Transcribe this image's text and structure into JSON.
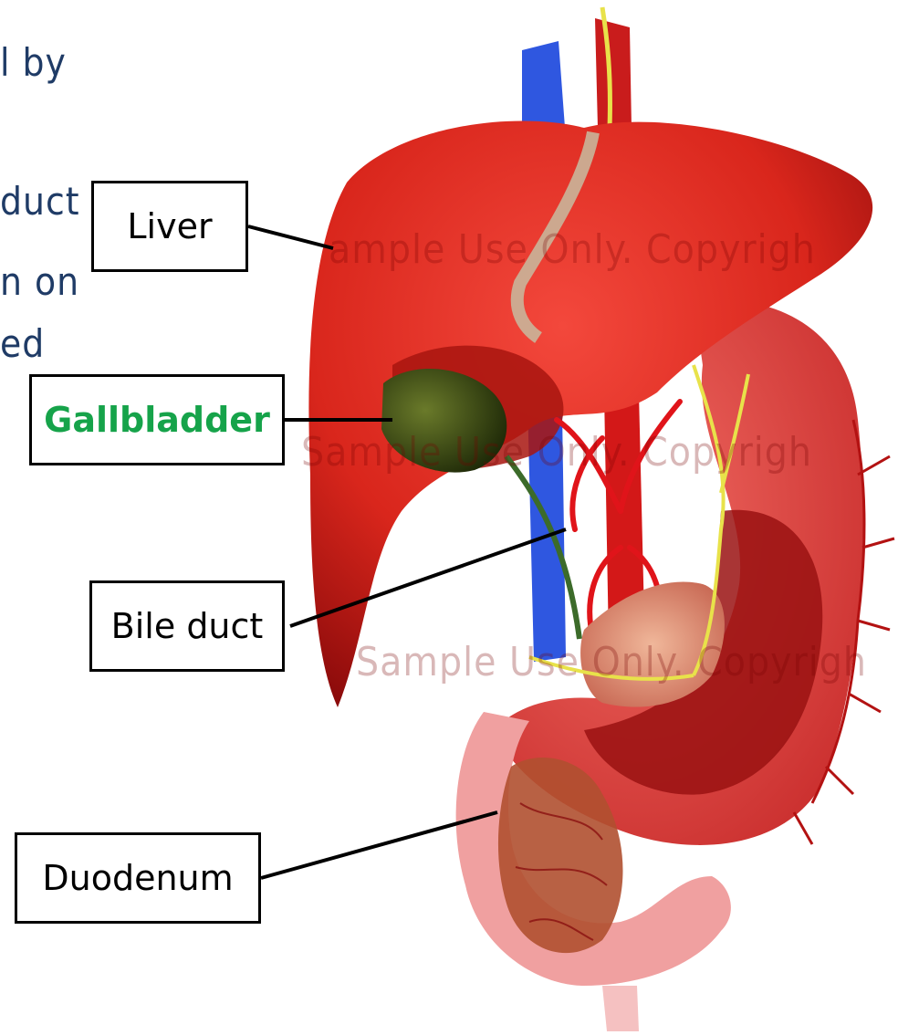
{
  "colors": {
    "slide_text": "#1f3b66",
    "liver": "#d9261c",
    "liver_shadow": "#8c0b0b",
    "gallbladder": "#3b4a12",
    "highlight_label": "#16a34a",
    "vena_cava": "#2f57e0",
    "artery": "#e0141a",
    "nerve": "#e8e24a",
    "stomach": "#e04a4a",
    "stomach_inner": "#b01818",
    "pancreas": "#e8a58a",
    "duodenum": "#f0a0a0"
  },
  "slide_text": {
    "line1": "l by",
    "line2": "duct",
    "line3": "n on",
    "line4": "ed"
  },
  "watermarks": {
    "w1": "ample Use Only. Copyrigh",
    "w2": "Sample Use Only. Copyrigh",
    "w3": "Sample Use Only. Copyrigh"
  },
  "labels": {
    "liver": "Liver",
    "gallbladder": "Gallbladder",
    "bile_duct": "Bile duct",
    "duodenum": "Duodenum"
  }
}
